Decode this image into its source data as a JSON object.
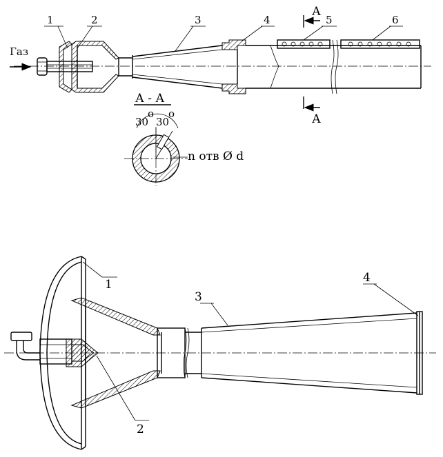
{
  "top_view": {
    "gas_label": "Газ",
    "callouts": [
      "1",
      "2",
      "3",
      "4",
      "5",
      "6"
    ],
    "section_mark": "А",
    "section_title": "А - А",
    "angle_left": "30",
    "angle_right": "30",
    "degree": "o",
    "holes_label": "n отв Ø d"
  },
  "bottom_view": {
    "callouts": [
      "1",
      "2",
      "3",
      "4"
    ]
  }
}
